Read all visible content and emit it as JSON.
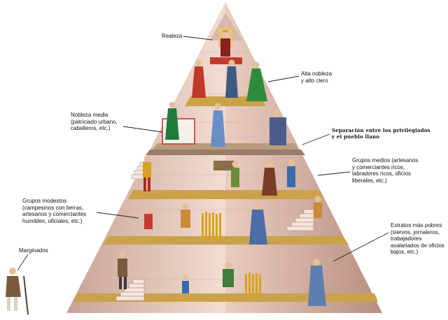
{
  "diagram": {
    "labels": {
      "realeza": "Realeza",
      "alta_nobleza": "Alta nobleza\ny alto clero",
      "nobleza_media": "Nobleza media\n(patriciado urbano,\ncaballeros, etc.)",
      "separacion": "Separación entre los privilegiados\ny el pueblo llano",
      "grupos_medios": "Grupos medios (artesanos\ny comerciantes ricos,\nlabradores ricos, oficios\nliberales, etc.)",
      "grupos_modestos": "Grupos modestos\n(campesinos con tierras,\nartesanos y comerciantes\nhumildes, oficiales, etc.)",
      "estratos_pobres": "Estratos más pobres\n(siervos, jornaleros,\ntrabajadores\nasalariados de oficios\nbajos, etc.)",
      "marginados": "Marginados"
    },
    "colors": {
      "stone_light": "#f3ddd2",
      "stone_mid": "#e4c2b3",
      "stone_dark": "#b98f80",
      "floor": "#c9a24a",
      "line": "#222222"
    }
  }
}
